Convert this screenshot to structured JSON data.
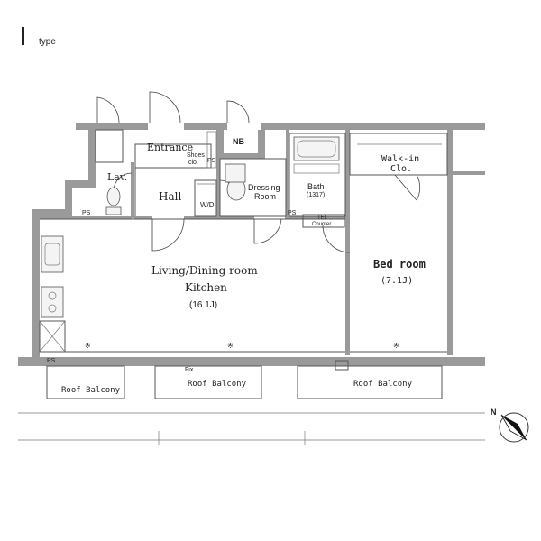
{
  "header": {
    "type_letter": "I",
    "type_label": "type"
  },
  "rooms": {
    "entrance": "Entrance",
    "shoes_line1": "Shoes",
    "shoes_line2": "clo.",
    "ps_entrance": "PS",
    "nb": "NB",
    "lav": "Lav.",
    "hall": "Hall",
    "ps_lav": "PS",
    "wd": "W/D",
    "dressing_line1": "Dressing",
    "dressing_line2": "Room",
    "bath_line1": "Bath",
    "bath_line2": "(1317)",
    "ps_bath": "PS",
    "tel_line1": "TEL",
    "tel_line2": "Counter",
    "walkin_line1": "Walk-in",
    "walkin_line2": "Clo.",
    "ldk_line1": "Living/Dining room",
    "ldk_line2": "Kitchen",
    "ldk_size": "(16.1J)",
    "bed": "Bed room",
    "bed_size": "(7.1J)",
    "ps_kitchen": "PS",
    "fix": "Fix",
    "roof_balcony_1": "Roof Balcony",
    "roof_balcony_2": "Roof Balcony",
    "roof_balcony_3": "Roof Balcony",
    "marker_1": "※",
    "marker_2": "※",
    "marker_3": "※"
  },
  "compass": {
    "north": "N"
  },
  "colors": {
    "wall": "#9a9a9a",
    "line": "#555555"
  }
}
